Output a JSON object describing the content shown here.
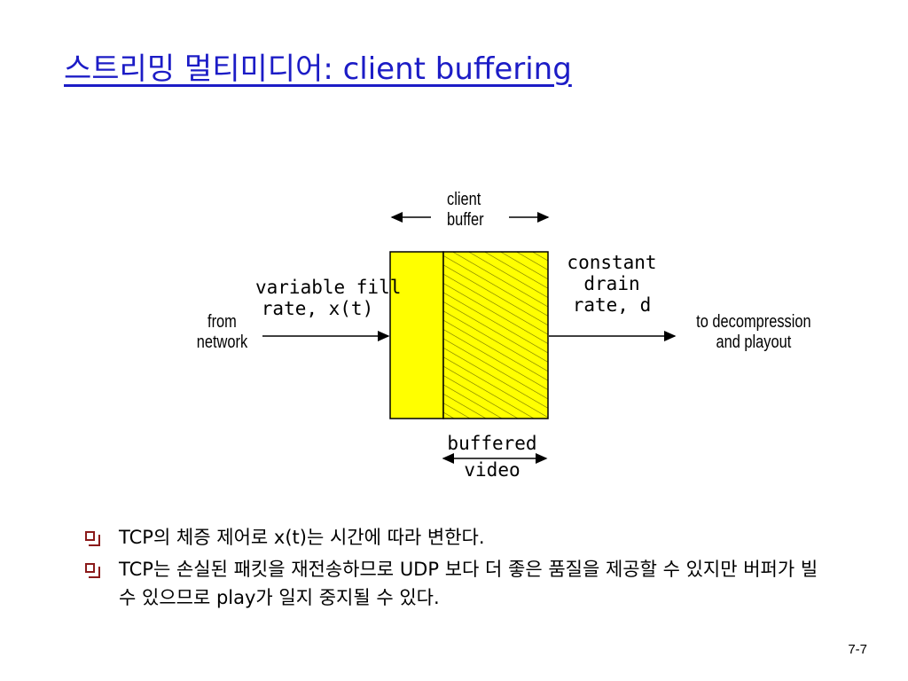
{
  "title": "스트리밍 멀티미디어: client buffering",
  "diagram": {
    "client_buffer_line1": "client",
    "client_buffer_line2": "buffer",
    "from_line1": "from",
    "from_line2": "network",
    "fill_rate_line1": "variable fill",
    "fill_rate_line2": "rate, x(t)",
    "drain_line1": "constant",
    "drain_line2": "drain",
    "drain_line3": "rate, d",
    "to_line1": "to decompression",
    "to_line2": "and playout",
    "buffered_line1": "buffered",
    "buffered_line2": "video",
    "colors": {
      "buffer_fill": "#ffff00",
      "hatch": "#6f6f00",
      "title": "#1c1cc6"
    }
  },
  "bullets": [
    {
      "p1": "TCP",
      "p2": "의 체증 제어로 ",
      "p3": "x(t)",
      "p4": "는 시간에 따라 변한다."
    },
    {
      "p1": "TCP",
      "p2": "는 손실된 패킷을 재전송하므로 ",
      "p3": "UDP",
      "p4": " 보다 더 좋은 품질을 제공할 수 있지만 버퍼가 빌 수 있으므로 ",
      "p5": "play",
      "p6": "가 일지 중지될 수 있다."
    }
  ],
  "page_number": "7-7"
}
